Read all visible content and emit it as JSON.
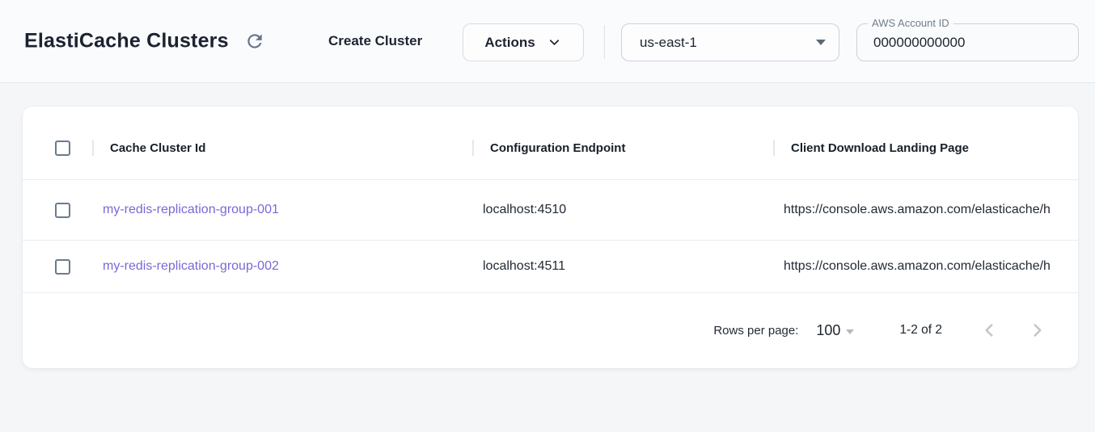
{
  "header": {
    "title": "ElastiCache Clusters",
    "create_cluster_label": "Create Cluster",
    "actions_label": "Actions",
    "region_selected": "us-east-1",
    "account_id": {
      "label": "AWS Account ID",
      "value": "000000000000"
    }
  },
  "table": {
    "select_all_checked": false,
    "columns": [
      "Cache Cluster Id",
      "Configuration Endpoint",
      "Client Download Landing Page"
    ],
    "rows": [
      {
        "selected": false,
        "cache_cluster_id": "my-redis-replication-group-001",
        "configuration_endpoint": "localhost:4510",
        "client_download_landing_page": "https://console.aws.amazon.com/elasticache/h"
      },
      {
        "selected": false,
        "cache_cluster_id": "my-redis-replication-group-002",
        "configuration_endpoint": "localhost:4511",
        "client_download_landing_page": "https://console.aws.amazon.com/elasticache/h"
      }
    ]
  },
  "pagination": {
    "rows_per_page_label": "Rows per page:",
    "rows_per_page_value": "100",
    "range_label": "1-2 of 2",
    "prev_enabled": false,
    "next_enabled": false
  },
  "icons": {
    "refresh": "refresh-icon ⟳",
    "chevron_down": "chevron-down-icon ⌄",
    "select_arrow": "dropdown-arrow-icon ▼",
    "prev": "chevron-left-icon ‹",
    "next": "chevron-right-icon ›"
  },
  "colors": {
    "link": "#7a68d8",
    "text_primary": "#1d2430",
    "topbar_bg": "#fafbfd",
    "page_bg": "#f5f6f8",
    "card_bg": "#ffffff",
    "border": "#ccd2da",
    "checkbox_border": "#6b7a90",
    "disabled_icon": "#c3c5ca"
  }
}
